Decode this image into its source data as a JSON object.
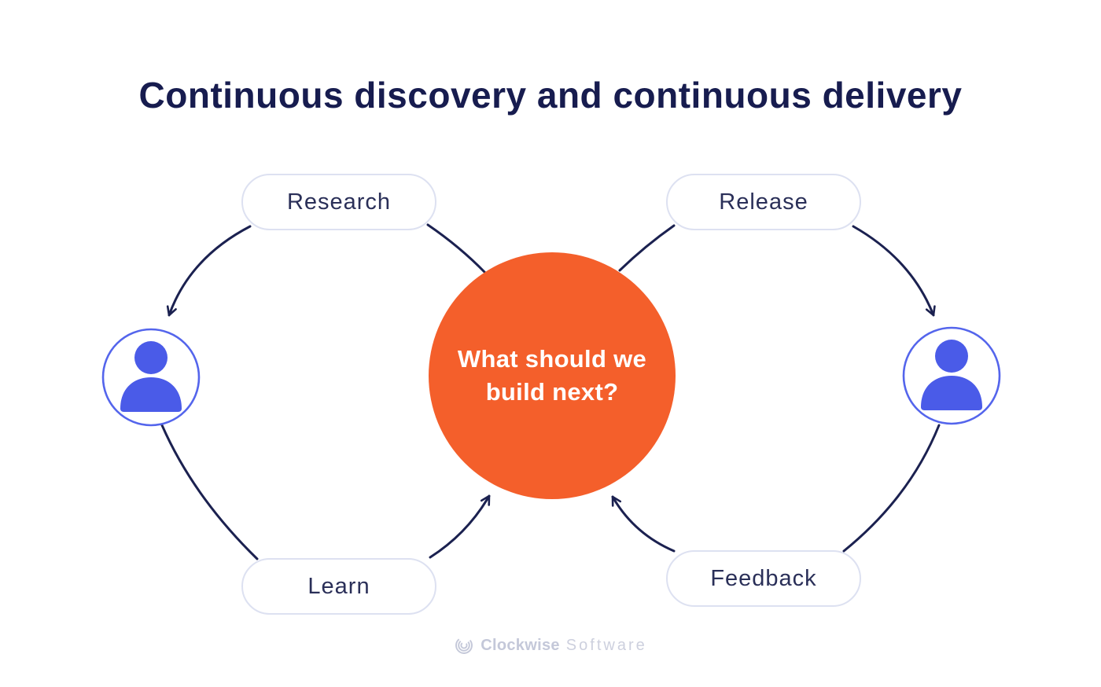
{
  "title": "Continuous discovery and continuous delivery",
  "center": {
    "line1": "What should we",
    "line2": "build next?"
  },
  "nodes": {
    "research": {
      "label": "Research"
    },
    "release": {
      "label": "Release"
    },
    "learn": {
      "label": "Learn"
    },
    "feedback": {
      "label": "Feedback"
    }
  },
  "icons": {
    "left_user": "person-icon",
    "right_user": "person-icon",
    "brand": "clockwise-swirl-icon"
  },
  "footer": {
    "brand_bold": "Clockwise",
    "brand_light": "Software"
  },
  "colors": {
    "navy": "#1b2150",
    "title_navy": "#171c4f",
    "orange": "#f45f2b",
    "blue": "#4a5be8",
    "blue_ring": "#5465ec",
    "pill_border": "#dde1f1",
    "pill_text": "#2a2f58",
    "logo_gray": "#c4c8d9",
    "logo_gray_light": "#cdd0de"
  }
}
